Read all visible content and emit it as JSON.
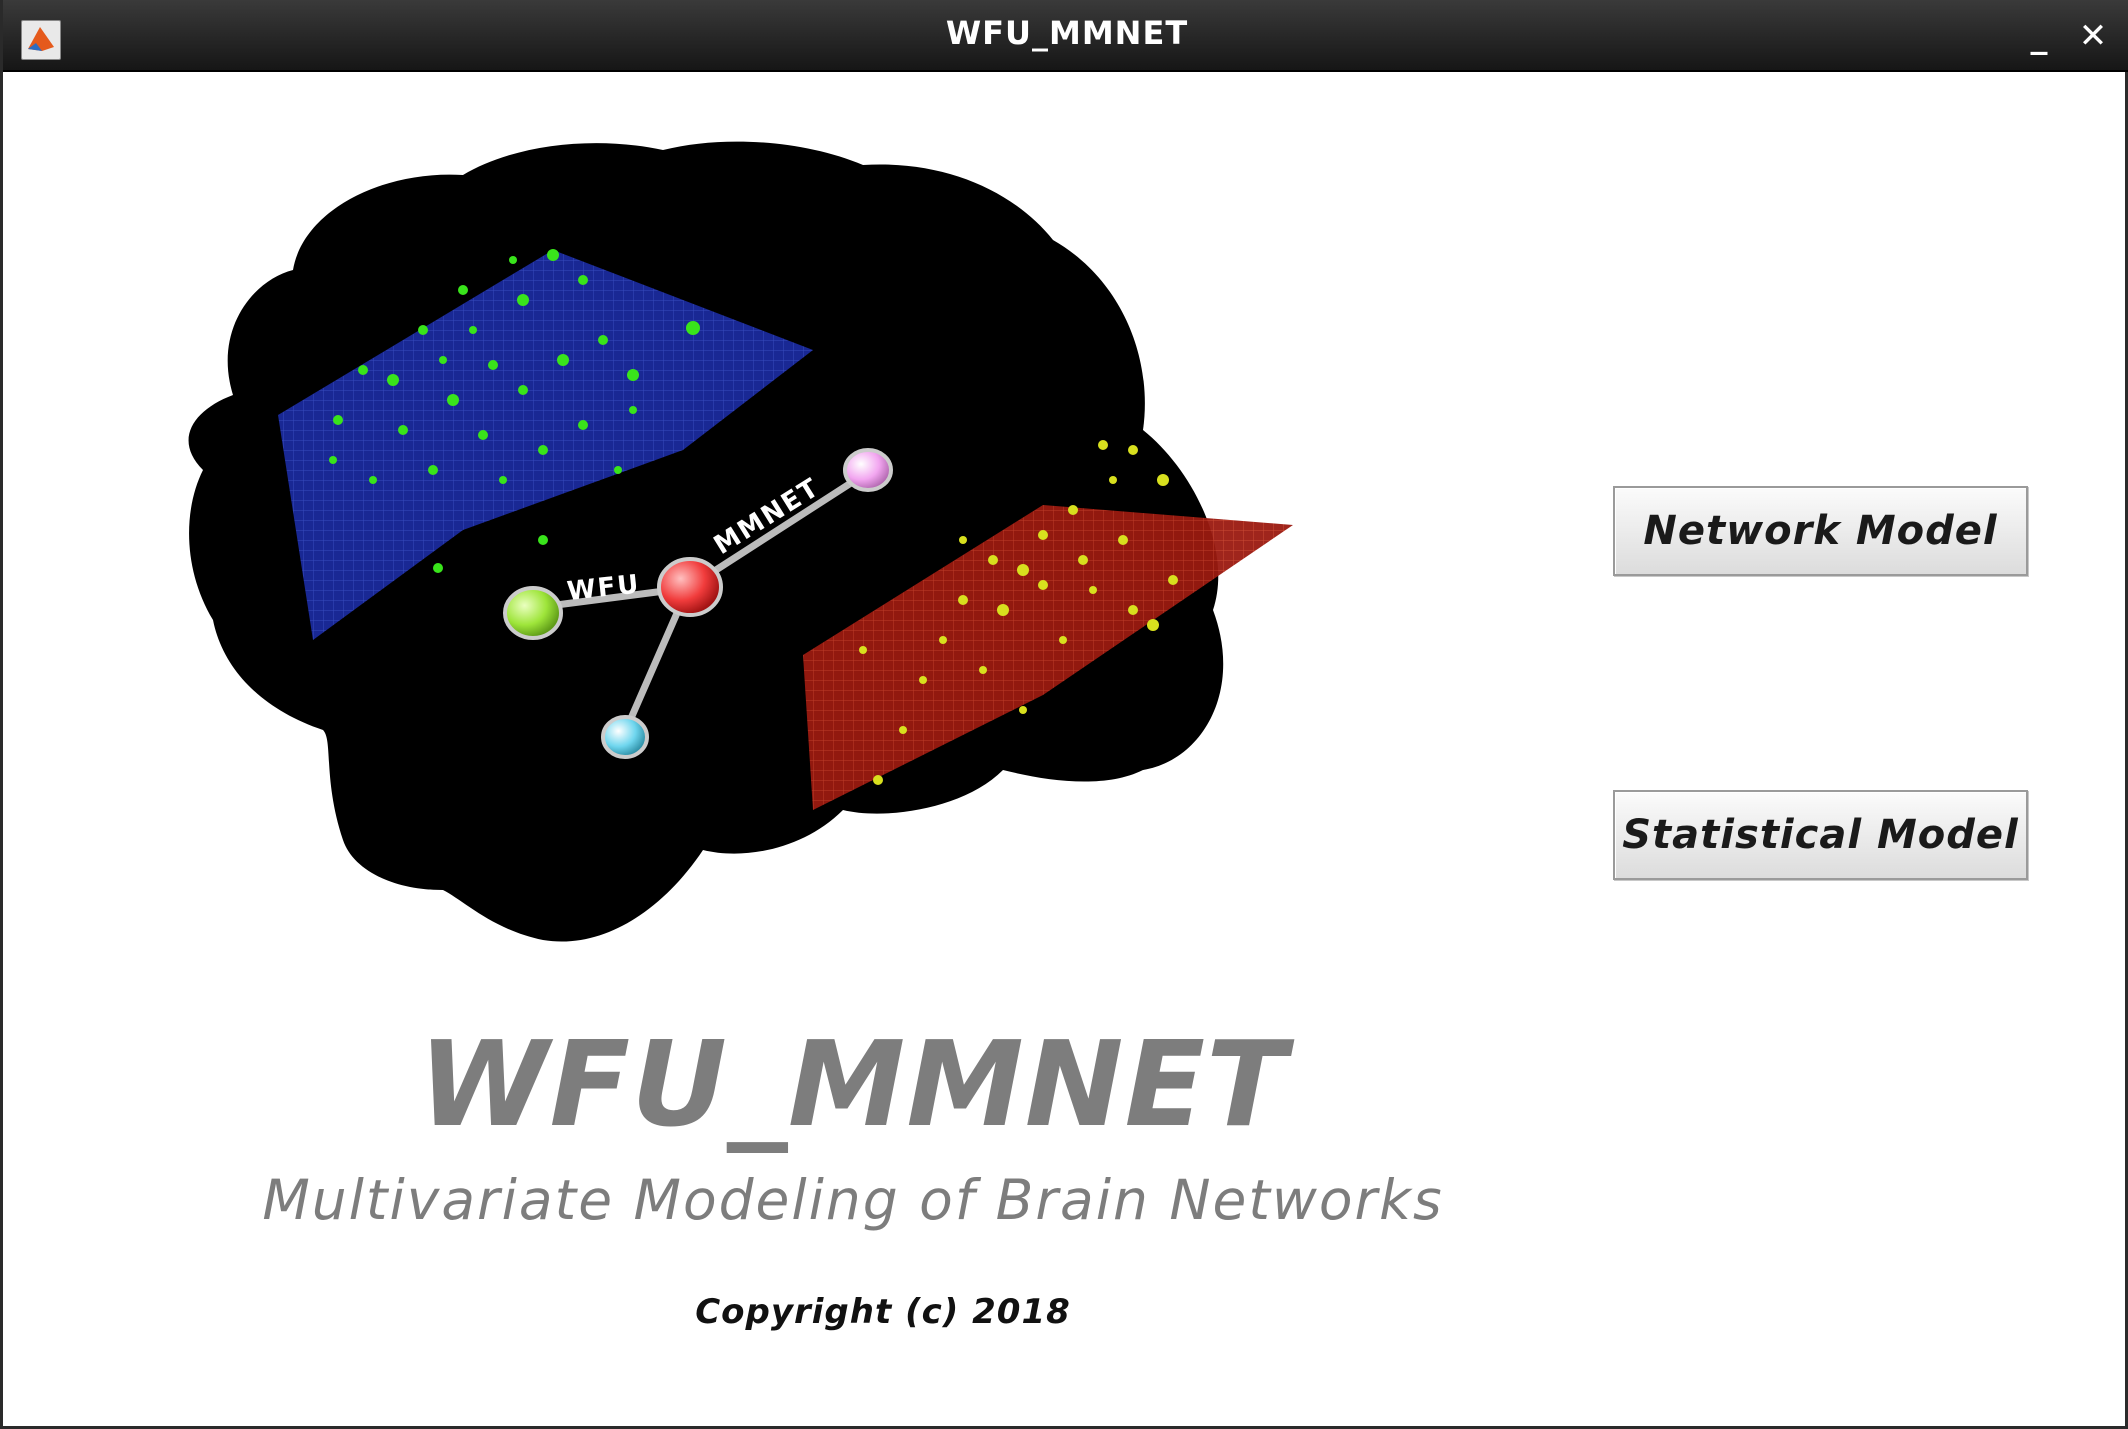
{
  "window": {
    "title": "WFU_MMNET",
    "minimize_symbol": "_",
    "close_symbol": "✕",
    "app_icon": "matlab-icon"
  },
  "logo": {
    "node_label_left": "WFU",
    "node_label_right": "MMNET",
    "title": "WFU_MMNET",
    "subtitle": "Multivariate Modeling of Brain Networks",
    "copyright": "Copyright (c) 2018"
  },
  "buttons": {
    "network_model": "Network Model",
    "statistical_model": "Statistical Model"
  },
  "colors": {
    "titlebar": "#1e1e1e",
    "brain": "#000000",
    "blue_plane": "#1a2a9c",
    "red_plane": "#9a1a10",
    "green_dots": "#39e41b",
    "yellow_dots": "#d8e01e",
    "node_green": "#9ee53a",
    "node_red": "#f13c3c",
    "node_pink": "#f2a6f0",
    "node_cyan": "#6fd6ee",
    "logo_text": "#7d7d7d"
  }
}
